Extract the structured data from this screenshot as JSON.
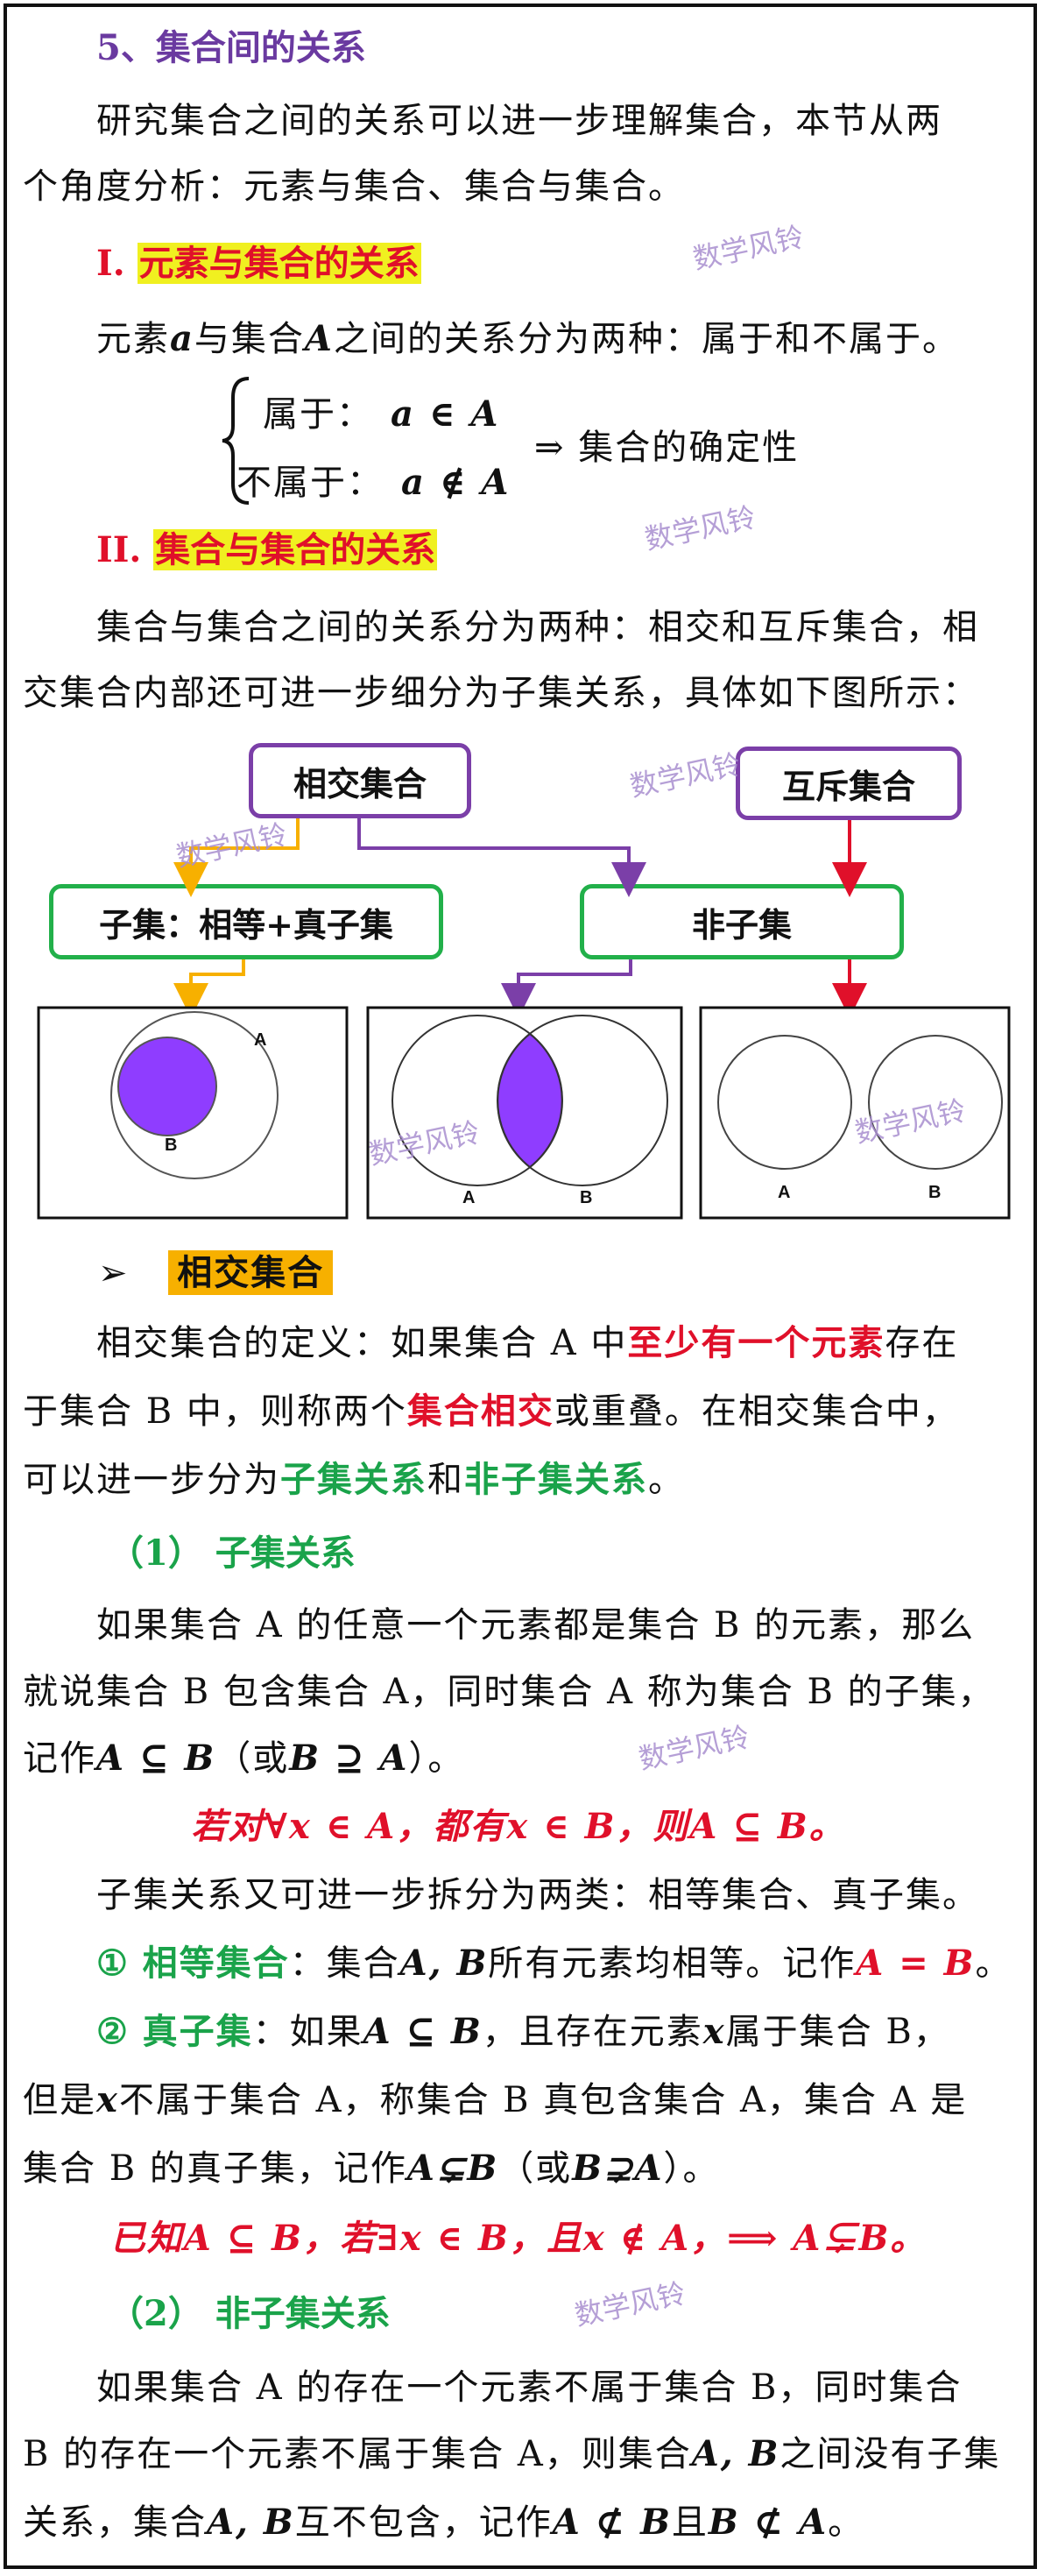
{
  "section_title": "5、集合间的关系",
  "intro": {
    "line1": "研究集合之间的关系可以进一步理解集合，本节从两",
    "line2": "个角度分析：元素与集合、集合与集合。"
  },
  "part1": {
    "heading_num": "I.",
    "heading_text": "元素与集合的关系",
    "desc_pre": "元素",
    "desc_a": "a",
    "desc_mid": "与集合",
    "desc_A": "A",
    "desc_post": "之间的关系分为两种：属于和不属于。",
    "belong_label": "属于：",
    "belong_formula": "a ∈ A",
    "notbelong_label": "不属于：",
    "notbelong_formula": "a ∉ A",
    "arrow": "⇒",
    "conclusion": "集合的确定性"
  },
  "part2": {
    "heading_num": "II.",
    "heading_text": "集合与集合的关系",
    "line1": "集合与集合之间的关系分为两种：相交和互斥集合，相",
    "line2": "交集合内部还可进一步细分为子集关系，具体如下图所示："
  },
  "diagram": {
    "box_intersect": "相交集合",
    "box_exclusive": "互斥集合",
    "box_subset": "子集：相等+真子集",
    "box_nonsubset": "非子集",
    "label_A": "A",
    "label_B": "B"
  },
  "intersect_section": {
    "bullet": "➢",
    "badge": "相交集合",
    "def_l1_pre": "相交集合的定义：如果集合 A 中",
    "def_l1_red": "至少有一个元素",
    "def_l1_post": "存在",
    "def_l2_pre": "于集合 B 中，则称两个",
    "def_l2_red": "集合相交",
    "def_l2_post": "或重叠。在相交集合中，",
    "def_l3_pre": "可以进一步分为",
    "def_l3_g1": "子集关系",
    "def_l3_mid": "和",
    "def_l3_g2": "非子集关系",
    "def_l3_post": "。"
  },
  "subset": {
    "heading": "（1） 子集关系",
    "l1": "如果集合 A 的任意一个元素都是集合 B 的元素，那么",
    "l2": "就说集合 B 包含集合 A，同时集合 A 称为集合 B 的子集，",
    "l3_pre": "记作",
    "l3_formula": "A ⊆ B",
    "l3_mid": "（或",
    "l3_formula2": "B ⊇ A",
    "l3_post": "）。",
    "rule": "若对∀x ∈ A，都有x ∈ B，则A ⊆ B。",
    "split": "子集关系又可进一步拆分为两类：相等集合、真子集。",
    "eq_num": "①",
    "eq_title": "相等集合",
    "eq_pre": "：集合",
    "eq_sets": "A, B",
    "eq_mid": "所有元素均相等。记作",
    "eq_formula": "A = B",
    "eq_post": "。",
    "proper_num": "②",
    "proper_title": "真子集",
    "proper_l1_pre": "：如果",
    "proper_l1_formula": "A ⊆ B",
    "proper_l1_mid": "，且存在元素",
    "proper_l1_x": "x",
    "proper_l1_post": "属于集合 B，",
    "proper_l2_pre": "但是",
    "proper_l2_x": "x",
    "proper_l2_post": "不属于集合 A，称集合 B 真包含集合 A，集合 A 是",
    "proper_l3_pre": "集合 B 的真子集，记作",
    "proper_l3_formula": "A⊊B",
    "proper_l3_mid": "（或",
    "proper_l3_formula2": "B⊋A",
    "proper_l3_post": "）。",
    "proper_rule": "已知A ⊆ B，若∃x ∈ B，且x ∉ A，⟹ A⊊B。"
  },
  "nonsubset": {
    "heading": "（2） 非子集关系",
    "l1": "如果集合 A 的存在一个元素不属于集合 B，同时集合",
    "l2_pre": "B 的存在一个元素不属于集合 A，则集合",
    "l2_sets": "A, B",
    "l2_post": "之间没有子集",
    "l3_pre": "关系，集合",
    "l3_sets": "A, B",
    "l3_mid": "互不包含，记作",
    "l3_f1": "A ⊄ B",
    "l3_and": "且",
    "l3_f2": "B ⊄ A",
    "l3_post": "。"
  },
  "watermark": "数学风铃",
  "colors": {
    "purple_heading": "#6a3aa0",
    "gold_heading": "#f7b000",
    "red": "#e0102a",
    "green": "#1aa34a",
    "box_purple": "#7b3fa8",
    "box_green": "#22b04a",
    "venn_fill": "#8f3dff"
  }
}
